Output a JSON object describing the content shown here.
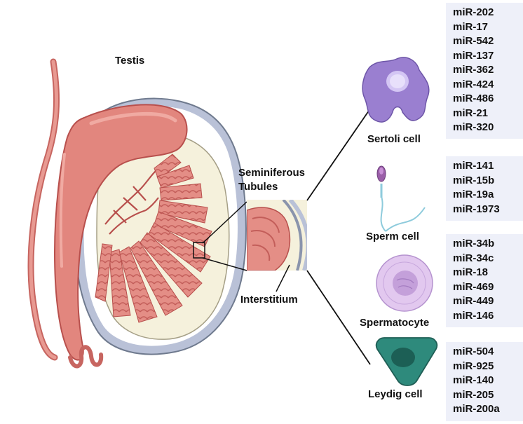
{
  "labels": {
    "testis": "Testis",
    "seminiferous_line1": "Seminiferous",
    "seminiferous_line2": "Tubules",
    "interstitium": "Interstitium",
    "sertoli": "Sertoli cell",
    "sperm": "Sperm cell",
    "spermatocyte": "Spermatocyte",
    "leydig": "Leydig cell"
  },
  "mirna_groups": {
    "sertoli": [
      "miR-202",
      "miR-17",
      "miR-542",
      "miR-137",
      "miR-362",
      "miR-424",
      "miR-486",
      "miR-21",
      "miR-320"
    ],
    "sperm": [
      "miR-141",
      "miR-15b",
      "miR-19a",
      "miR-1973"
    ],
    "spermatocyte": [
      "miR-34b",
      "miR-34c",
      "miR-18",
      "miR-469",
      "miR-449",
      "miR-146"
    ],
    "leydig": [
      "miR-504",
      "miR-925",
      "miR-140",
      "miR-205",
      "miR-200a"
    ]
  },
  "colors": {
    "tissue": "#e2867e",
    "tissue_dark": "#c35e5a",
    "tunica": "#b8c0d6",
    "interior": "#f5f1dc",
    "sertoli": "#9a7fd0",
    "sperm_head": "#9a5ea8",
    "sperm_tail": "#8ecbdc",
    "spermatocyte": "#d7b9e8",
    "leydig": "#2e8a7c",
    "mirna_box": "#eef0f9"
  }
}
